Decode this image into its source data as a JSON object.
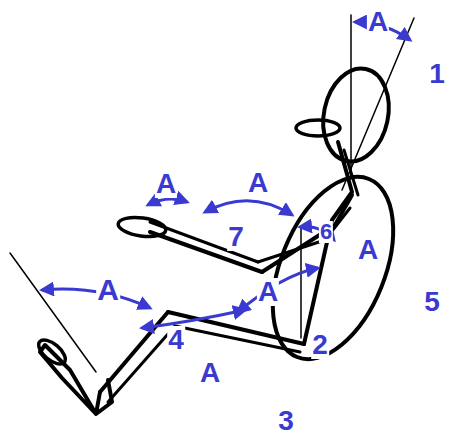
{
  "diagram": {
    "labels": [
      "A",
      "1",
      "A",
      "A",
      "7",
      "6",
      "A",
      "5",
      "A",
      "A",
      "4",
      "2",
      "A",
      "3"
    ]
  }
}
